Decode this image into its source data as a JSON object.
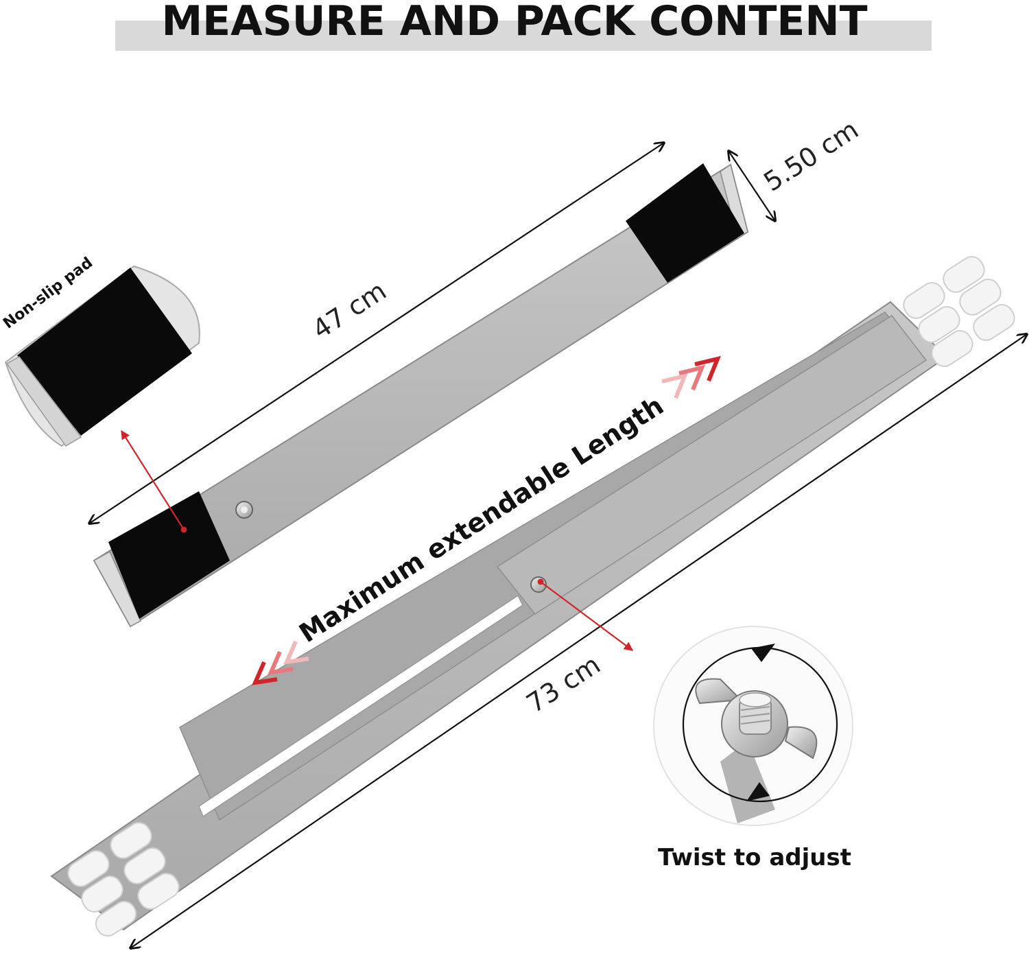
{
  "title": "MEASURE AND PACK CONTENT",
  "labels": {
    "non_slip_pad": "Non-slip pad",
    "width": "5.50 cm",
    "short_length": "47 cm",
    "max_length_caption": "Maximum extendable Length",
    "long_length": "73 cm",
    "twist": "Twist to adjust"
  },
  "colors": {
    "accent_red": "#d0262b",
    "bar_gray": "#b5b5b5",
    "pad_black": "#0a0a0a"
  }
}
